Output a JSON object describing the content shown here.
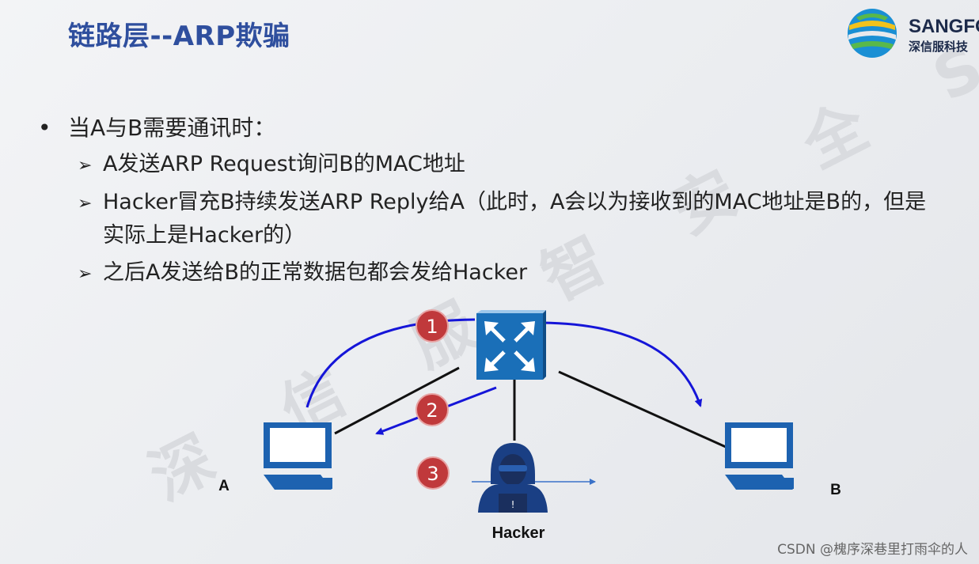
{
  "slide": {
    "title": "链路层--ARP欺骗",
    "watermark": "深 信 服 智 安 全 S C S",
    "logo": {
      "brand": "SANGFO",
      "brand_cn": "深信服科技"
    }
  },
  "bullets": {
    "main": "当A与B需要通讯时：",
    "bullet_glyph": "•",
    "sub_glyph": "➢",
    "items": [
      {
        "line1": "A发送ARP Request询问B的MAC地址"
      },
      {
        "line1": "Hacker冒充B持续发送ARP Reply给A（此时，A会以为接收到的MAC地址是B的，但是",
        "line2": "实际上是Hacker的）"
      },
      {
        "line1": "之后A发送给B的正常数据包都会发给Hacker"
      }
    ]
  },
  "diagram": {
    "nodes": {
      "a_label": "A",
      "b_label": "B",
      "hacker_label": "Hacker"
    },
    "steps": [
      "1",
      "2",
      "3"
    ],
    "colors": {
      "step_fill": "#c0393b",
      "arrow_blue": "#1515d8",
      "switch_blue": "#1f6fb5"
    }
  },
  "footer": {
    "credit": "CSDN @槐序深巷里打雨伞的人"
  }
}
